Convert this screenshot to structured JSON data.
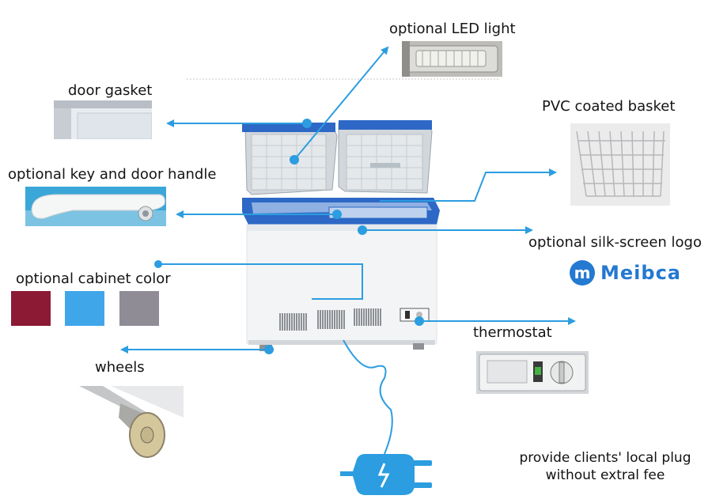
{
  "labels": {
    "led_light": "optional LED light",
    "door_gasket": "door gasket",
    "pvc_basket": "PVC coated basket",
    "key_handle": "optional key and door handle",
    "silk_logo": "optional silk-screen logo",
    "cabinet_color": "optional cabinet color",
    "thermostat": "thermostat",
    "wheels": "wheels"
  },
  "logo": {
    "mark": "m",
    "text": "Meibca"
  },
  "cabinet_colors": [
    {
      "name": "burgundy",
      "hex": "#8c1a35"
    },
    {
      "name": "sky-blue",
      "hex": "#3fa6ea"
    },
    {
      "name": "grey",
      "hex": "#8f8c96"
    }
  ],
  "plug_note": {
    "line1": "provide clients' local plug",
    "line2": "without extral fee"
  },
  "colors": {
    "accent_blue": "#2b9de0",
    "freezer_blue": "#2d68c6",
    "cabinet_white": "#f3f4f6"
  },
  "icons": [
    "plug-icon",
    "arrow-head"
  ]
}
